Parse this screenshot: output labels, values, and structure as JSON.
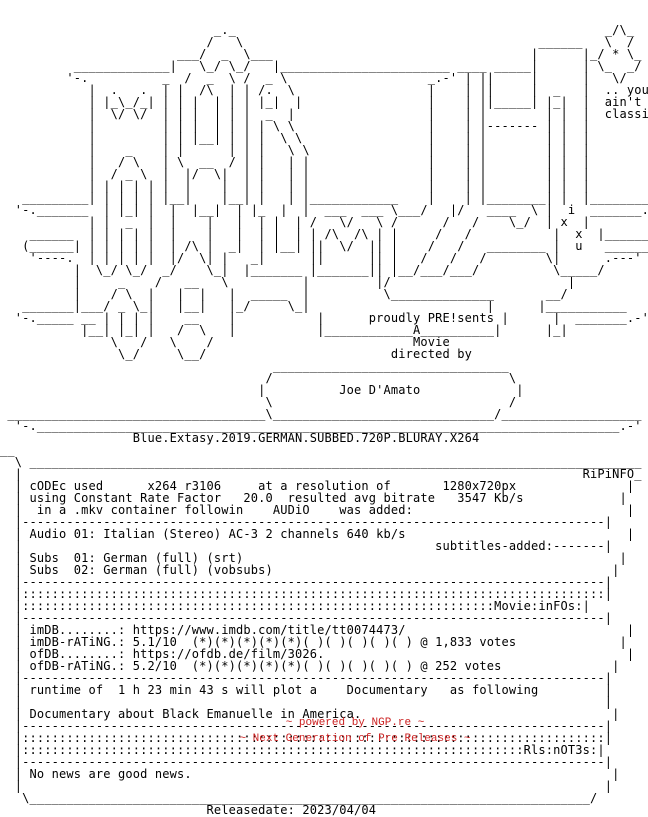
{
  "nfo_lines": [
    "                                                                                        ",
    "                                                                                        ",
    "                             _._                                                  _/\\_  ",
    "                            /   \\                                        ______   \\  /  ",
    "                        ___/  _  \\___                                   |      |_/ * \\_ ",
    "          _____________|   \\_/ \\_/   |_______________________ ____ _____|      | \\_  _/ ",
    "         '-.          _  /  _  \\ /  _ \\                   _.-' | ||     |      |   \\/   ",
    "            |  .   .  | |  /\\  | | /.  \\                  |    | ||     |  _   |  .. you",
    "            | |_\\_/_| | | |  | | | |_|  |                 |    | ||_____| |_|  |  ain't ",
    "            |  \\/ \\/  | | |  | | |  _  |                  |    | |        | |  |  classic!",
    "            |         | | |  | | | | \\ \\                  |    | |------- | |  |        ",
    "            |         | | |__| | | |  \\ \\                 |    | |        | |  |        ",
    "            |    _    | |      | | |   \\ \\                |    | |        | |  |        ",
    "            |   / \\   | \\  __  / | |   | |                |    | |        | |  |        ",
    "            |  / _ \\  |  |/  \\|  | |   | |                |    | |        | |  |        ",
    "            | | | | | |  |    |  | |   | |                |    | |        | |  |        ",
    "   _________| | | | | |__|    |__| |   | |____________    |    | |________| |  |________ ",
    "  '-._______  | |_| |  |  |__|  | |_  |  |  ___  ___ \\___/   |/   ____  \\ |  i  _______.-'",
    "            | |  _  |  |    |   |  | |  | /   \\/   \\ /      /   /    \\_/  | x  |       ",
    "    ______  | | | | |  |    |   |  | |  | | /\\  /\\ | |     /   /           |  x  |______ ",
    "   (______| | | | | |  | /\\ |  _|  | |__| ||  \\/  || |    /   /   ________ |  u   ______)",
    "    '----.  | | | | |  |/  \\| |   _|      ||      || |   /   /   /        \\|      .---' ",
    "          |  \\_/ \\_/  _/    \\_|  |_______ |_______|| |__/___/___/          \\_____/      ",
    "          |     _    /   __   \\          |         |/                        |         ",
    "          |    / \\  |   |  |   |  _____  |          \\______________       __/          ",
    "   _______|___/ _ \\_|   |__|   |_/     \\_|                        |      |___________ ",
    "  '-._____ __ | | | |    __    |           |      proudly PRE!sents |      |  _______.-' ",
    "           |__| |_| |   /  \\   |           |____________A__________|      |_|           ",
    "               \\   /   \\    /                           Movie                            ",
    "                \\_/     \\__/                         directed by                          ",
    "                                     ________________________________                    ",
    "                                    /                                \\                   ",
    "                                   |          Joe D'Amato             |                  ",
    "                                    \\                                /                   ",
    " ___________________________________\\______________________________/___________________ ",
    "  '-._______________________________________________________________________________.-'  ",
    "                  Blue.Extasy.2019.GERMAN.SUBBED.720P.BLURAY.X264                          ",
    "__                                                                                       __",
    "  \\ ___________________________________________________________________________________ / ",
    "  |                                                                            RiPiNFO_ |",
    "  | cODEc used      x264 r3106     at a resolution of       1280x720px               |",
    "  | using Constant Rate Factor   20.0  resulted avg bitrate   3547 Kb/s             |",
    "  |  in a .mkv container followin    AUDiO    was added:                             |",
    "  |-------------------------------------------------------------------------------|",
    "  | Audio 01: Italian (Stereo) AC-3 2 channels 640 kb/s                              |",
    "  |                                                        subtitles-added:-------|",
    "  | Subs  01: German (full) (srt)                                                   |",
    "  | Subs  02: German (full) (vobsubs)                                              |",
    "  |-------------------------------------------------------------------------------|",
    "  |:::::::::::::::::::::::::::::::::::::::::::::::::::::::::::::::::::::::::::::::|",
    "  |::::::::::::::::::::::::::::::::::::::::::::::::::::::::::::::::Movie:inFOs:|",
    "  |-------------------------------------------------------------------------------|",
    "  | imDB........: https://www.imdb.com/title/tt0074473/                              |",
    "  | imDB-rATiNG.: 5.1/10  (*)(*)(*)(*)(*)( )( )( )( )( ) @ 1,833 votes              |",
    "  | ofDB........: https://ofdb.de/film/3026.                                         |",
    "  | ofDB-rATiNG.: 5.2/10  (*)(*)(*)(*)(*)( )( )( )( )( ) @ 252 votes               |",
    "  |-------------------------------------------------------------------------------|",
    "  | runtime of  1 h 23 min 43 s will plot a    Documentary   as following         |",
    "  |                                                                               |",
    "  | Documentary about Black Emanuelle in America.                                  |",
    "  |-------------------------------------------------------------------------------|",
    "  |:::::::::::::::::::::::::::::::::::::::::::::::::::::::::::::::::::::::::::::::|",
    "  |::::::::::::::::::::::::::::::::::::::::::::::::::::::::::::::::::::Rls:nOT3s:|",
    "  |-------------------------------------------------------------------------------|",
    "  | No news are good news.                                                         |",
    "  |                                                                               |",
    "   \\____________________________________________________________________________/   ",
    "                            Releasedate: 2023/04/04                                   "
  ],
  "footer": {
    "line1": "~ powered by NGP.re ~",
    "line2": "~ Next Generation of Pre Releases ~"
  },
  "colors": {
    "text": "#000000",
    "footer": "#cc2222",
    "background": "#ffffff"
  }
}
